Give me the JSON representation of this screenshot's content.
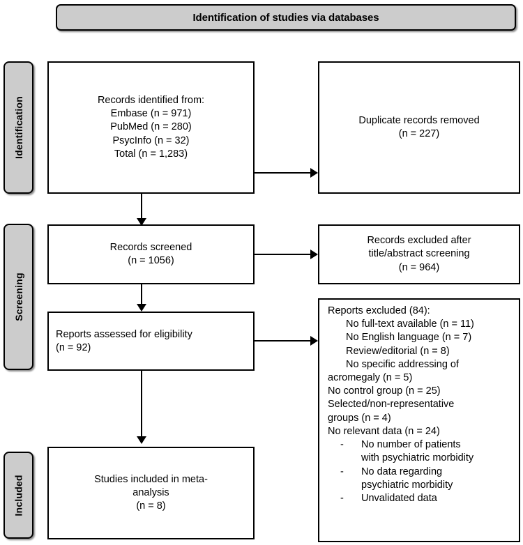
{
  "diagram": {
    "title": "Identification of studies via databases",
    "type": "PRISMA flow diagram"
  },
  "stages": [
    {
      "id": "identification",
      "label": "Identification"
    },
    {
      "id": "screening",
      "label": "Screening"
    },
    {
      "id": "included",
      "label": "Included"
    }
  ],
  "boxes": {
    "records_identified": {
      "text": "Records identified from:\nEmbase (n = 971)\nPubMed (n = 280)\nPsycInfo (n = 32)\nTotal (n = 1,283)"
    },
    "duplicates_removed": {
      "text": "Duplicate records removed\n(n = 227)"
    },
    "records_screened": {
      "text": "Records screened\n(n = 1056)"
    },
    "records_excluded": {
      "text": "Records excluded after\ntitle/abstract screening\n(n = 964)"
    },
    "reports_assessed": {
      "text": "Reports assessed for eligibility\n(n = 92)"
    },
    "studies_included": {
      "text": "Studies included in meta-\nanalysis\n(n = 8)"
    }
  },
  "reports_excluded": {
    "heading": "Reports excluded (84):",
    "reasons": [
      "No full-text available (n = 11)",
      "No English language (n = 7)",
      "Review/editorial (n = 8)",
      "No specific addressing of",
      "acromegaly (n = 5)",
      "No control group (n = 25)",
      "Selected/non-representative",
      "groups (n = 4)"
    ],
    "no_relevant_data": "No relevant data (n = 24)",
    "dash_marker": "-",
    "sub_reasons": [
      "No number of patients\nwith psychiatric morbidity",
      "No data regarding\npsychiatric morbidity",
      "Unvalidated data"
    ]
  },
  "counts": {
    "embase": 971,
    "pubmed": 280,
    "psycinfo": 32,
    "total_identified": 1283,
    "duplicates_removed": 227,
    "records_screened": 1056,
    "records_excluded_title_abstract": 964,
    "reports_assessed": 92,
    "reports_excluded": 84,
    "no_full_text": 11,
    "no_english": 7,
    "review_editorial": 8,
    "no_specific_acromegaly": 5,
    "no_control_group": 25,
    "selected_non_representative": 4,
    "no_relevant_data": 24,
    "studies_included": 8
  },
  "colors": {
    "stage_fill": "#cccccc",
    "box_fill": "#ffffff",
    "line": "#000000"
  }
}
